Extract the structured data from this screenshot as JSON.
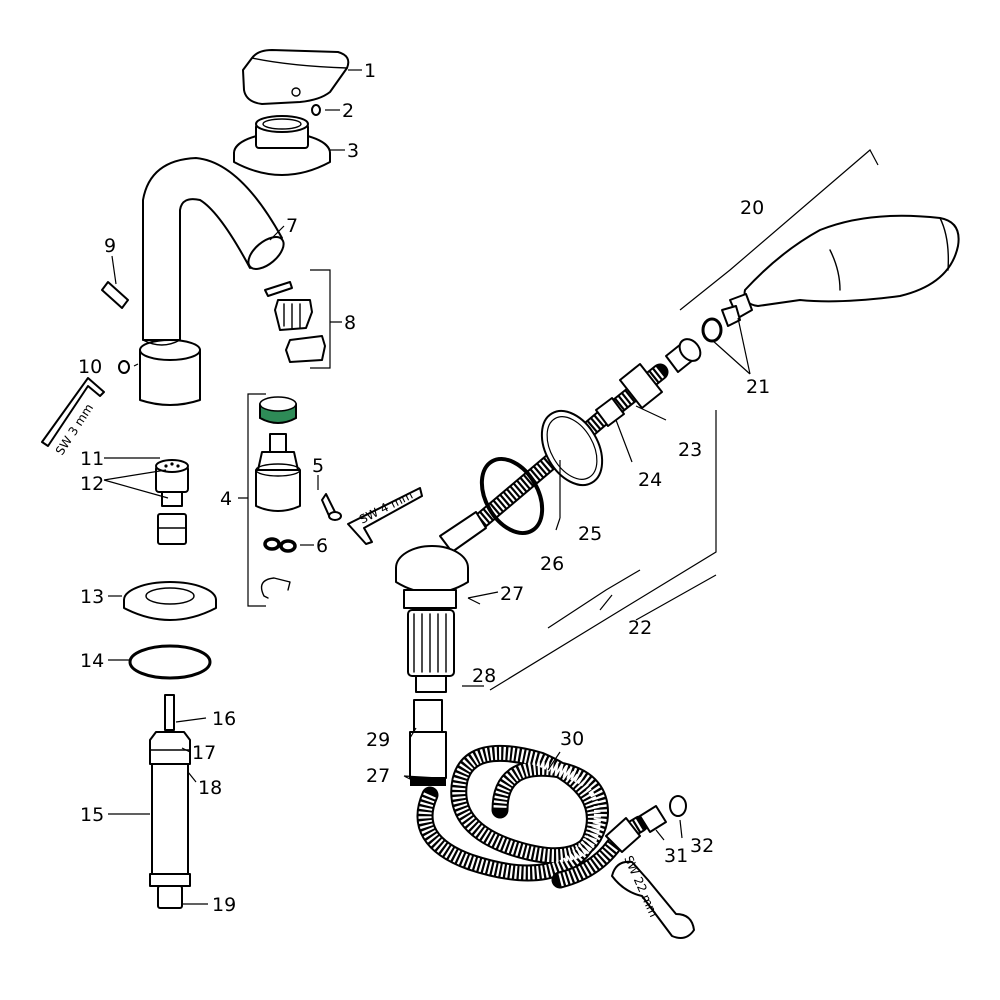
{
  "diagram": {
    "labels": [
      "1",
      "2",
      "3",
      "4",
      "5",
      "6",
      "7",
      "8",
      "9",
      "10",
      "11",
      "12",
      "13",
      "14",
      "15",
      "16",
      "17",
      "18",
      "19",
      "20",
      "21",
      "22",
      "23",
      "24",
      "25",
      "26",
      "27",
      "27",
      "28",
      "29",
      "30",
      "31",
      "32"
    ],
    "tool_labels": [
      "SW 3 mm",
      "SW 4 mm",
      "SW 22 mm"
    ],
    "colors": {
      "cartridge_ring": "#2e8b57",
      "line": "#000000"
    }
  }
}
